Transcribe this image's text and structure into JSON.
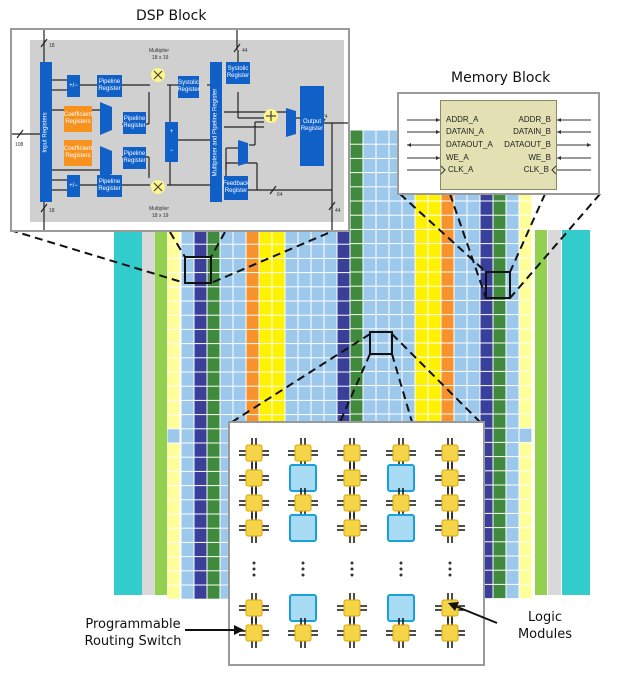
{
  "titles": {
    "dsp": "DSP Block",
    "memory": "Memory Block"
  },
  "labels": {
    "routing_switch": [
      "Programmable",
      "Routing Switch"
    ],
    "logic_modules": [
      "Logic",
      "Modules"
    ]
  },
  "dsp": {
    "input_registers": "Input Registers",
    "mux_pipeline": "Multiplexer and Pipeline Register",
    "pipeline_register": "Pipeline Register",
    "coefficient_registers": "Coefficient Registers",
    "systolic_register": "Systolic Register",
    "output_register": "Output Register",
    "feedback_register": "Feedback Register",
    "addsub": "+/−",
    "plus": "+",
    "minus": "−",
    "multiplier_top": [
      "Multiplier",
      "18 x 19"
    ],
    "multiplier_bottom": [
      "Multiplier",
      "18 x 19"
    ],
    "bus_widths": {
      "in_top": "18",
      "in_bottom": "18",
      "in_left": "108",
      "systolic_in": "44",
      "out": "74",
      "feedback": "64",
      "cascade_out": "44"
    }
  },
  "memory": {
    "ports_left": [
      "ADDR_A",
      "DATAIN_A",
      "DATAOUT_A",
      "WE_A",
      "CLK_A"
    ],
    "ports_right": [
      "ADDR_B",
      "DATAIN_B",
      "DATAOUT_B",
      "WE_B",
      "CLK_B"
    ]
  },
  "colors": {
    "logic_cell": "#9cc8ec",
    "dsp_column": "#3a3f9a",
    "memory_column": "#3f8a3c",
    "orange_column": "#f7922c",
    "yellow_column": "#fff200",
    "io_teal": "#33cccc",
    "light_green": "#92d050",
    "pale_yellow": "#ffff99",
    "gray_column": "#d9d9d9",
    "dsp_block": "#1060c8",
    "coefficient": "#f7921e",
    "memory_body": "#e3e1b3",
    "switch_yellow": "#f5d44a",
    "logic_blue": "#a8dcf5"
  },
  "ellipsis": "•••"
}
